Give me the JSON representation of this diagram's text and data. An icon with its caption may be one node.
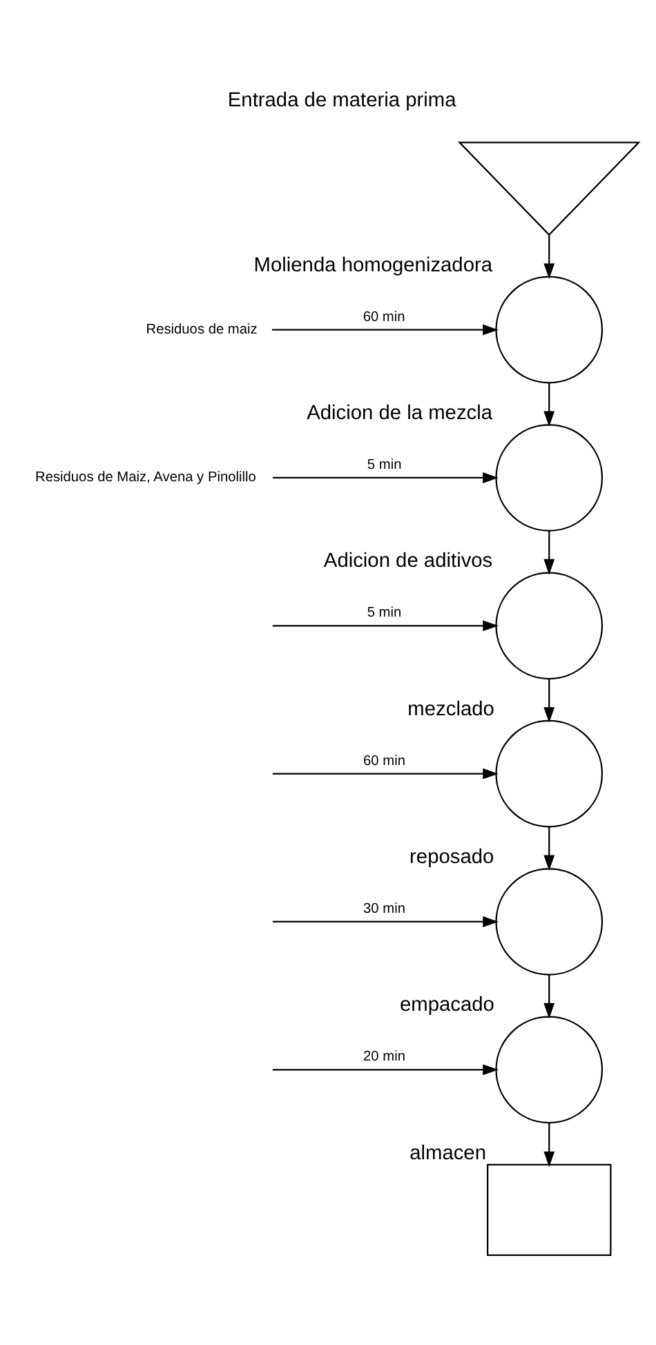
{
  "diagram": {
    "nodes": [
      {
        "text": [],
        "shape": "triangle",
        "beside": [
          "Entrada de materia prima"
        ]
      },
      {
        "text": [
          "Residuos de maiz"
        ]
      },
      {
        "text": [],
        "shape": "circle",
        "beside": [
          "Molienda homogenizadora"
        ]
      },
      {
        "text": [
          "Residuos de Maiz, Avena y Pinolillo"
        ]
      },
      {
        "text": [],
        "shape": "circle",
        "beside": [
          "Adicion de la mezcla"
        ]
      },
      {
        "text": [],
        "shape": "circle",
        "beside": [
          "Adicion de aditivos"
        ]
      },
      {
        "text": [],
        "shape": "circle",
        "beside": [
          "mezclado"
        ]
      },
      {
        "text": [],
        "shape": "circle",
        "beside": [
          "reposado"
        ]
      },
      {
        "text": [],
        "shape": "circle",
        "beside": [
          "empacado"
        ]
      },
      {
        "text": [],
        "shape": "box",
        "beside": [
          "almacen"
        ]
      }
    ],
    "edges": [
      {
        "from": 0,
        "to": 2,
        "arrow": "to"
      },
      {
        "from": 1,
        "to": 2,
        "arrow": "to",
        "label": "60 min"
      },
      {
        "from": 2,
        "to": 4,
        "arrow": "to"
      },
      {
        "from": 3,
        "to": 4,
        "arrow": "to",
        "label": "5 min"
      },
      {
        "from": 4,
        "to": 5,
        "arrow": "to"
      },
      {
        "from": null,
        "to": 5,
        "arrow": "to",
        "label": "5 min"
      },
      {
        "from": 5,
        "to": 6,
        "arrow": "to"
      },
      {
        "from": null,
        "to": 6,
        "arrow": "to",
        "label": "60 min"
      },
      {
        "from": 6,
        "to": 7,
        "arrow": "to"
      },
      {
        "from": null,
        "to": 7,
        "arrow": "to",
        "label": "30 min"
      },
      {
        "from": 7,
        "to": 8,
        "arrow": "to"
      },
      {
        "from": null,
        "to": 8,
        "arrow": "to",
        "label": "20 min"
      },
      {
        "from": 8,
        "to": 9,
        "arrow": "to"
      }
    ]
  }
}
